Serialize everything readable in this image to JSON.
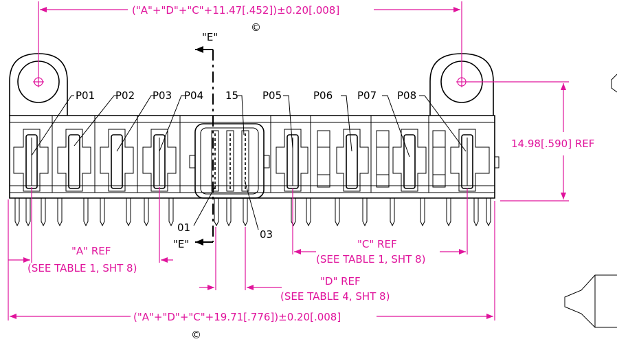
{
  "dimensions": {
    "top_overall": "(\"A\"+\"D\"+\"C\"+11.47[.452])±0.20[.008]",
    "bottom_overall": "(\"A\"+\"D\"+\"C\"+19.71[.776])±0.20[.008]",
    "height_ref": "14.98[.590] REF",
    "a_ref": "\"A\" REF",
    "a_table": "(SEE TABLE 1, SHT 8)",
    "c_ref": "\"C\" REF",
    "c_table": "(SEE TABLE 1, SHT 8)",
    "d_ref": "\"D\" REF",
    "d_table": "(SEE TABLE 4, SHT 8)"
  },
  "section": {
    "top": "\"E\"",
    "bottom": "\"E\""
  },
  "labels": {
    "p01": "P01",
    "p02": "P02",
    "p03": "P03",
    "p04": "P04",
    "p05": "P05",
    "p06": "P06",
    "p07": "P07",
    "p08": "P08",
    "pin15": "15",
    "pin01": "01",
    "pin03": "03"
  },
  "symbols": {
    "critical": "©"
  },
  "colors": {
    "dimension": "#e0149c",
    "geometry": "#000000"
  }
}
